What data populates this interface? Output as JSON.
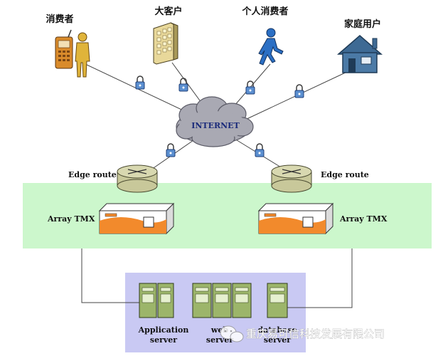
{
  "nodes": {
    "consumer": "消费者",
    "enterprise": "大客户",
    "individual": "个人消费者",
    "home": "家庭用户",
    "internet": "INTERNET",
    "edge_left": "Edge route",
    "edge_right": "Edge route",
    "tmx_left": "Array TMX",
    "tmx_right": "Array TMX"
  },
  "servers": {
    "app_line1": "Application",
    "app_line2": "server",
    "web_line1": "web",
    "web_line2": "server",
    "db_line1": "database",
    "db_line2": "server"
  },
  "watermark": "重庆易可信科技发展有限公司",
  "colors": {
    "dmz_band": "#ccf7cc",
    "server_zone": "#c9c9f3",
    "cloud": "#a9a9b3",
    "router": "#c8c89a",
    "tmx_accent": "#f28a2c",
    "house": "#3e6a94",
    "person_blue": "#2b6fc4"
  }
}
